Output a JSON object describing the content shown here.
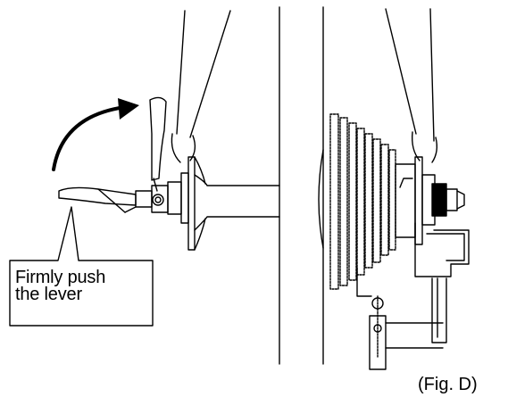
{
  "figure": {
    "label": "(Fig. D)"
  },
  "callout": {
    "line1": "Firmly push",
    "line2": "the lever"
  },
  "colors": {
    "ink": "#000000",
    "background": "#ffffff"
  }
}
